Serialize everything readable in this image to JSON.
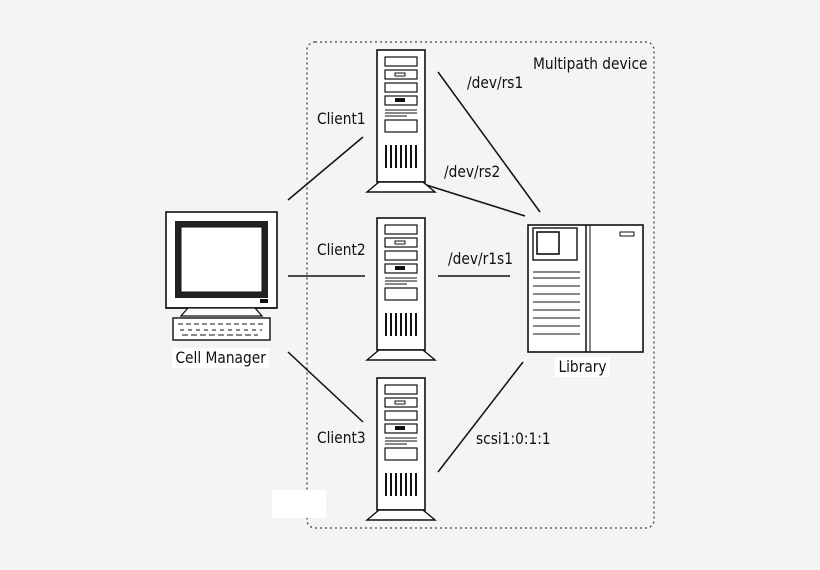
{
  "nodes": {
    "cell_manager": "Cell Manager",
    "client1": "Client1",
    "client2": "Client2",
    "client3": "Client3",
    "library": "Library"
  },
  "group": {
    "label": "Multipath device"
  },
  "paths": {
    "rs1": "/dev/rs1",
    "rs2": "/dev/rs2",
    "r1s1": "/dev/r1s1",
    "scsi": "scsi1:0:1:1"
  }
}
